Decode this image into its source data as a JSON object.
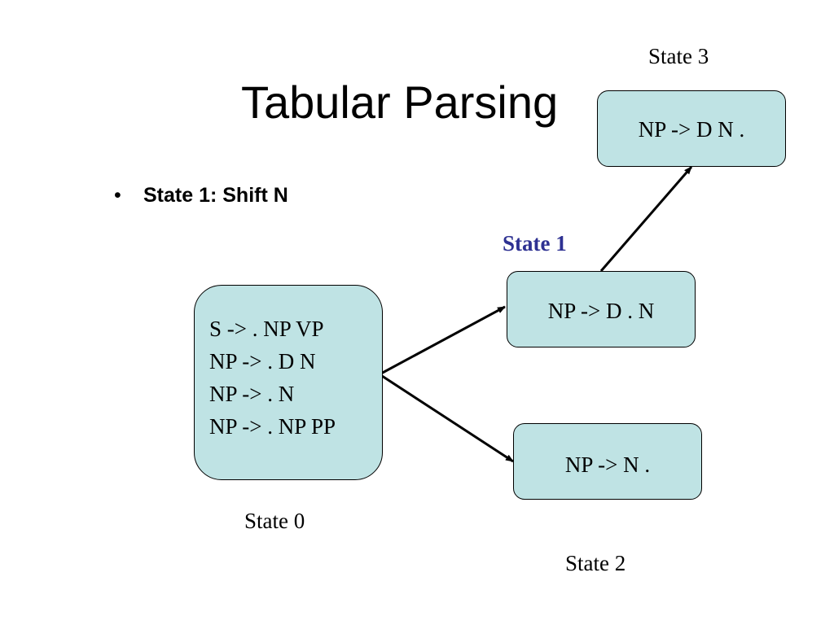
{
  "slide": {
    "title": "Tabular Parsing",
    "bullet_marker": "•",
    "bullet_text": "State 1: Shift N"
  },
  "states": {
    "state0": {
      "label": "State 0",
      "rules": [
        "S -> . NP VP",
        "NP -> . D N",
        "NP -> . N",
        "NP -> . NP PP"
      ]
    },
    "state1": {
      "label": "State 1",
      "rule": "NP -> D . N"
    },
    "state2": {
      "label": "State 2",
      "rule": "NP ->  N ."
    },
    "state3": {
      "label": "State 3",
      "rule": "NP -> D N ."
    }
  },
  "colors": {
    "box_fill": "#bfe3e4",
    "highlight_label": "#2e3192",
    "text": "#000000"
  },
  "edges": [
    {
      "from": "state0",
      "to": "state1"
    },
    {
      "from": "state0",
      "to": "state2"
    },
    {
      "from": "state1",
      "to": "state3"
    }
  ]
}
